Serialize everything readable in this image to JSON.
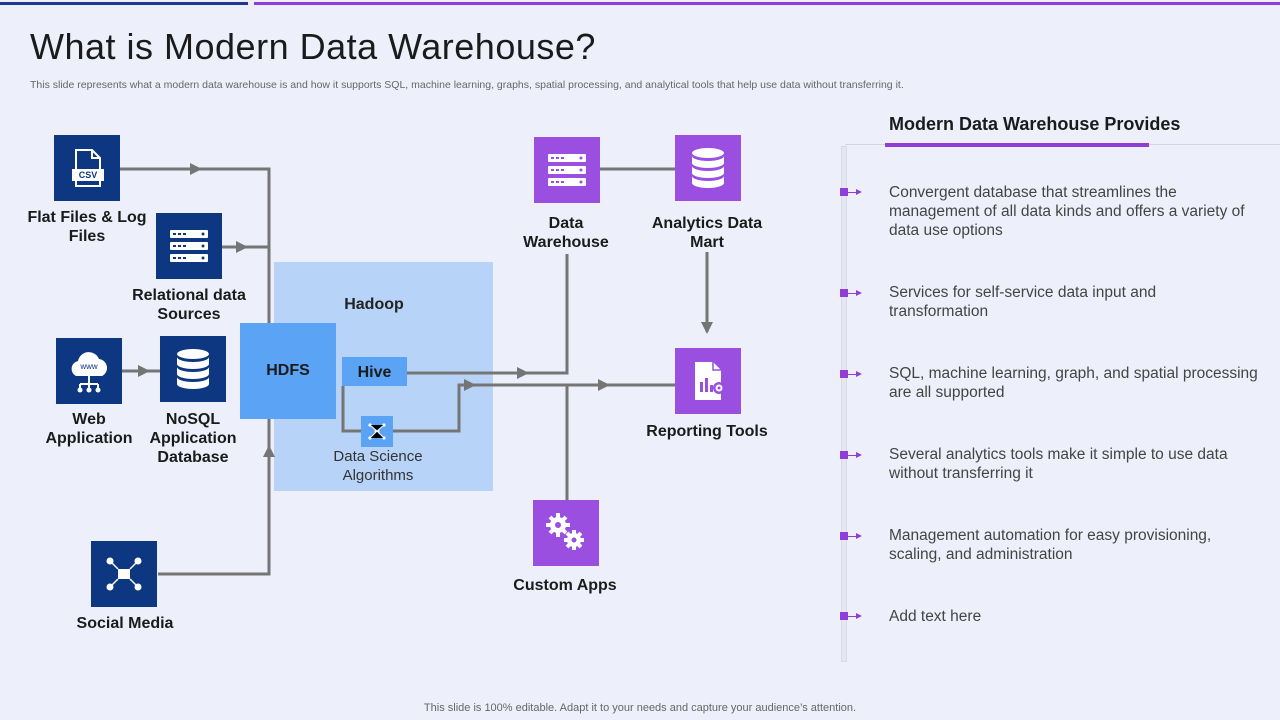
{
  "header": {
    "title": "What is Modern Data Warehouse?",
    "subtitle": "This slide represents what a modern data warehouse is and how it supports SQL, machine learning, graphs, spatial processing, and analytical tools that help use data without transferring it."
  },
  "diagram": {
    "sources": {
      "flat_files": "Flat Files & Log Files",
      "csv_text": "CSV",
      "relational": "Relational data Sources",
      "web_app": "Web Application",
      "www_text": "www",
      "nosql": "NoSQL Application Database",
      "social": "Social Media"
    },
    "hadoop": {
      "label": "Hadoop",
      "hdfs": "HDFS",
      "hive": "Hive",
      "data_science": "Data Science Algorithms"
    },
    "outputs": {
      "data_warehouse": "Data Warehouse",
      "analytics_mart": "Analytics Data Mart",
      "reporting_tools": "Reporting Tools",
      "custom_apps": "Custom Apps"
    },
    "colors": {
      "navy_tile": "#0e3781",
      "purple_tile": "#9a4fe0",
      "hadoop_bg": "#b7d4f8",
      "hdfs_blue": "#5ba3f5",
      "connector": "#757575"
    }
  },
  "panel": {
    "title": "Modern Data Warehouse Provides",
    "items": [
      "Convergent database that streamlines the management of all data kinds and offers a variety of data use options",
      "Services for self-service data input and transformation",
      "SQL, machine learning, graph, and spatial processing are all supported",
      "Several analytics tools make it simple to use data without transferring it",
      "Management automation for easy provisioning, scaling, and administration",
      "Add text here"
    ]
  },
  "footer": {
    "text": "This slide is 100% editable. Adapt it to your needs and capture your audience’s attention."
  }
}
